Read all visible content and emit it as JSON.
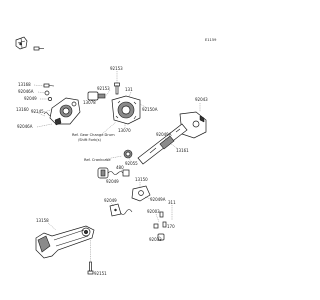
{
  "diagram_id": "E1159",
  "references": {
    "gear_change_drum": [
      "Ref. Gear Change Drum",
      "/Shift Fork(s)"
    ],
    "crankcase": "Ref. Crankcase"
  },
  "callouts": {
    "c92153_top": "92153",
    "c13168": "13168",
    "c92046a": "92046A",
    "c92049": "92049",
    "c13160": "13160",
    "c92145": "92145",
    "c92046b": "92046A",
    "c13078": "13078",
    "c92153_mid": "92153",
    "c131": "131",
    "c13070": "13070",
    "c92150a": "92150A",
    "c92043": "92043",
    "c92049a": "92049A",
    "c13161": "13161",
    "c92055": "92055",
    "c480": "480",
    "c13150": "13150",
    "c92049b": "92049",
    "c92049c": "92049",
    "c92049a2": "92049A",
    "c311": "311",
    "c92003": "92003",
    "c92033": "92033",
    "c170": "170",
    "c13158": "13158",
    "c92151": "92151"
  }
}
